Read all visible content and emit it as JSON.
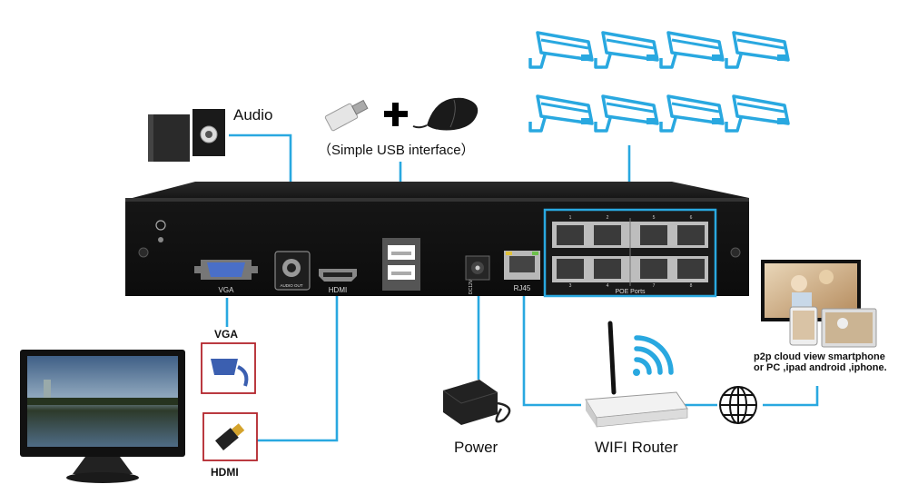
{
  "labels": {
    "audio": "Audio",
    "usb": "（Simple USB interface）",
    "vga": "VGA",
    "hdmi": "HDMI",
    "power": "Power",
    "wifi_router": "WIFI Router",
    "p2p_line1": "p2p cloud view smartphone",
    "p2p_line2": "or PC ,ipad android ,iphone."
  },
  "device_labels": {
    "vga": "VGA",
    "audio_out": "AUDIO OUT",
    "hdmi": "HDMI",
    "dc": "DC12V",
    "rj45": "RJ45",
    "poe": "POE Ports",
    "port_numbers": [
      "1",
      "2",
      "5",
      "6",
      "3",
      "4",
      "7",
      "8"
    ]
  },
  "colors": {
    "connector": "#29a8e0",
    "nvr_body": "#141414",
    "highlight_box": "#b3242b",
    "camera": "#29a8e0"
  },
  "icons": [
    "speaker-icon",
    "usb-drive-icon",
    "plus-icon",
    "mouse-icon",
    "camera-icon",
    "monitor-icon",
    "vga-cable-icon",
    "hdmi-cable-icon",
    "power-adapter-icon",
    "router-icon",
    "wifi-icon",
    "globe-icon",
    "devices-icon"
  ]
}
